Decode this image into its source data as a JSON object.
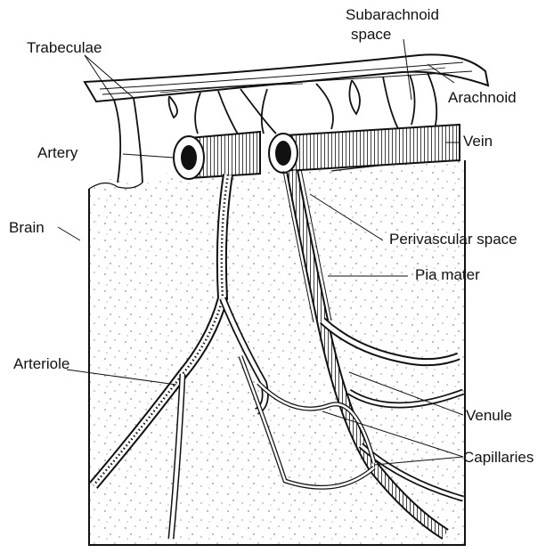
{
  "labels": {
    "subarachnoid": "Subarachnoid",
    "space": "space",
    "trabeculae": "Trabeculae",
    "arachnoid": "Arachnoid",
    "artery": "Artery",
    "vein": "Vein",
    "brain": "Brain",
    "perivascular_space": "Perivascular space",
    "pia_mater": "Pia mater",
    "arteriole": "Arteriole",
    "venule": "Venule",
    "capillaries": "Capillaries"
  },
  "colors": {
    "ink": "#111111",
    "background": "#ffffff"
  }
}
